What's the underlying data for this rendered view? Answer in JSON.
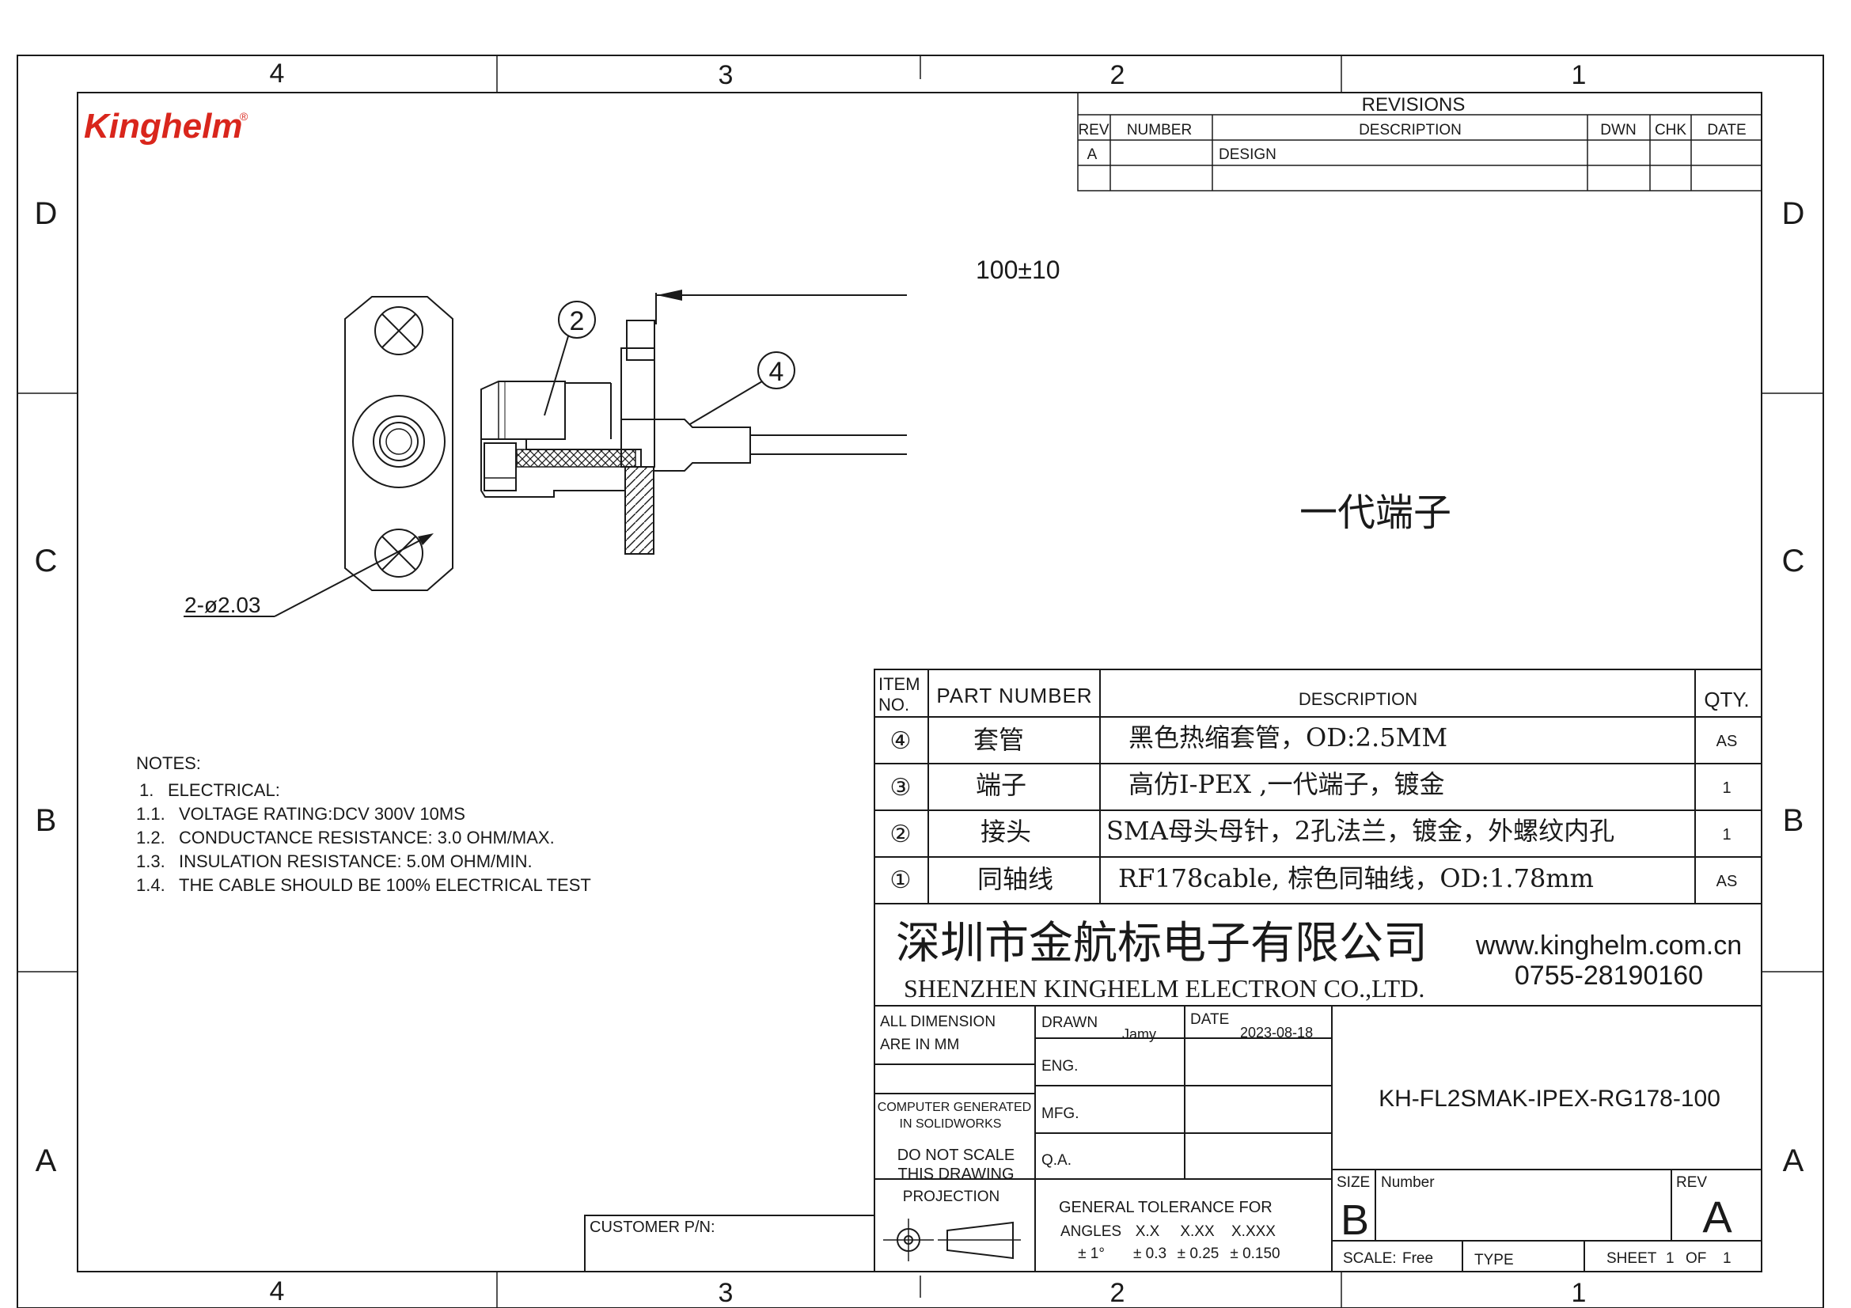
{
  "frame": {
    "top_zones": [
      "4",
      "3",
      "2",
      "1"
    ],
    "bottom_zones": [
      "4",
      "3",
      "2",
      "1"
    ],
    "left_zones": [
      "D",
      "C",
      "B",
      "A"
    ],
    "right_zones": [
      "D",
      "C",
      "B",
      "A"
    ]
  },
  "logo": {
    "text": "Kinghelm",
    "registered": "®",
    "color": "#d9261c"
  },
  "revisions": {
    "title": "REVISIONS",
    "headers": [
      "REV",
      "NUMBER",
      "DESCRIPTION",
      "DWN",
      "CHK",
      "DATE"
    ],
    "rows": [
      [
        "A",
        "",
        "DESIGN",
        "",
        "",
        ""
      ],
      [
        "",
        "",
        "",
        "",
        "",
        ""
      ]
    ]
  },
  "drawing": {
    "length_dim": "100±10",
    "hole_dim": "2-ø2.03",
    "balloons": [
      "2",
      "4"
    ],
    "terminal_label": "一代端子"
  },
  "notes": {
    "title": "NOTES:",
    "lines": [
      {
        "num": "1.",
        "text": "ELECTRICAL:"
      },
      {
        "num": "1.1.",
        "text": "VOLTAGE RATING:DCV 300V 10MS"
      },
      {
        "num": "1.2.",
        "text": "CONDUCTANCE RESISTANCE: 3.0 OHM/MAX."
      },
      {
        "num": "1.3.",
        "text": "INSULATION RESISTANCE: 5.0M OHM/MIN."
      },
      {
        "num": "1.4.",
        "text": "THE CABLE SHOULD BE 100% ELECTRICAL TEST"
      }
    ]
  },
  "bom": {
    "headers": {
      "item": [
        "ITEM",
        "NO."
      ],
      "part": "PART NUMBER",
      "desc": "DESCRIPTION",
      "qty": "QTY."
    },
    "rows": [
      {
        "item": "④",
        "part": "套管",
        "desc": "黑色热缩套管，OD:2.5MM",
        "qty": "AS"
      },
      {
        "item": "③",
        "part": "端子",
        "desc": "高仿I-PEX ,一代端子，镀金",
        "qty": "1"
      },
      {
        "item": "②",
        "part": "接头",
        "desc": "SMA母头母针，2孔法兰，镀金，外螺纹内孔",
        "qty": "1"
      },
      {
        "item": "①",
        "part": "同轴线",
        "desc": "RF178cable, 棕色同轴线，OD:1.78mm",
        "qty": "AS"
      }
    ]
  },
  "company": {
    "name_cn": "深圳市金航标电子有限公司",
    "name_en": "SHENZHEN KINGHELM  ELECTRON CO.,LTD.",
    "website": "www.kinghelm.com.cn",
    "phone": "0755-28190160"
  },
  "title_block": {
    "all_dimension": [
      "ALL DIMENSION",
      "ARE IN MM"
    ],
    "computer_generated": [
      "COMPUTER GENERATED",
      "IN SOLIDWORKS"
    ],
    "do_not_scale": [
      "DO NOT SCALE",
      "THIS DRAWING"
    ],
    "projection": "PROJECTION",
    "drawn_label": "DRAWN",
    "drawn_value": "Jamy",
    "date_label": "DATE",
    "date_value": "2023-08-18",
    "eng_label": "ENG.",
    "mfg_label": "MFG.",
    "qa_label": "Q.A.",
    "part_number": "KH-FL2SMAK-IPEX-RG178-100",
    "tolerance_title": "GENERAL TOLERANCE FOR",
    "tolerance_headers": [
      "ANGLES",
      "X.X",
      "X.XX",
      "X.XXX"
    ],
    "tolerance_values": [
      "± 1°",
      "± 0.3",
      "± 0.25",
      "± 0.150"
    ],
    "customer_pn": "CUSTOMER P/N:",
    "size_label": "SIZE",
    "size_value": "B",
    "number_label": "Number",
    "rev_label": "REV",
    "rev_value": "A",
    "scale_label": "SCALE:",
    "scale_value": "Free",
    "type_label": "TYPE",
    "sheet_label": "SHEET",
    "sheet_no": "1",
    "of_label": "OF",
    "sheet_total": "1"
  }
}
